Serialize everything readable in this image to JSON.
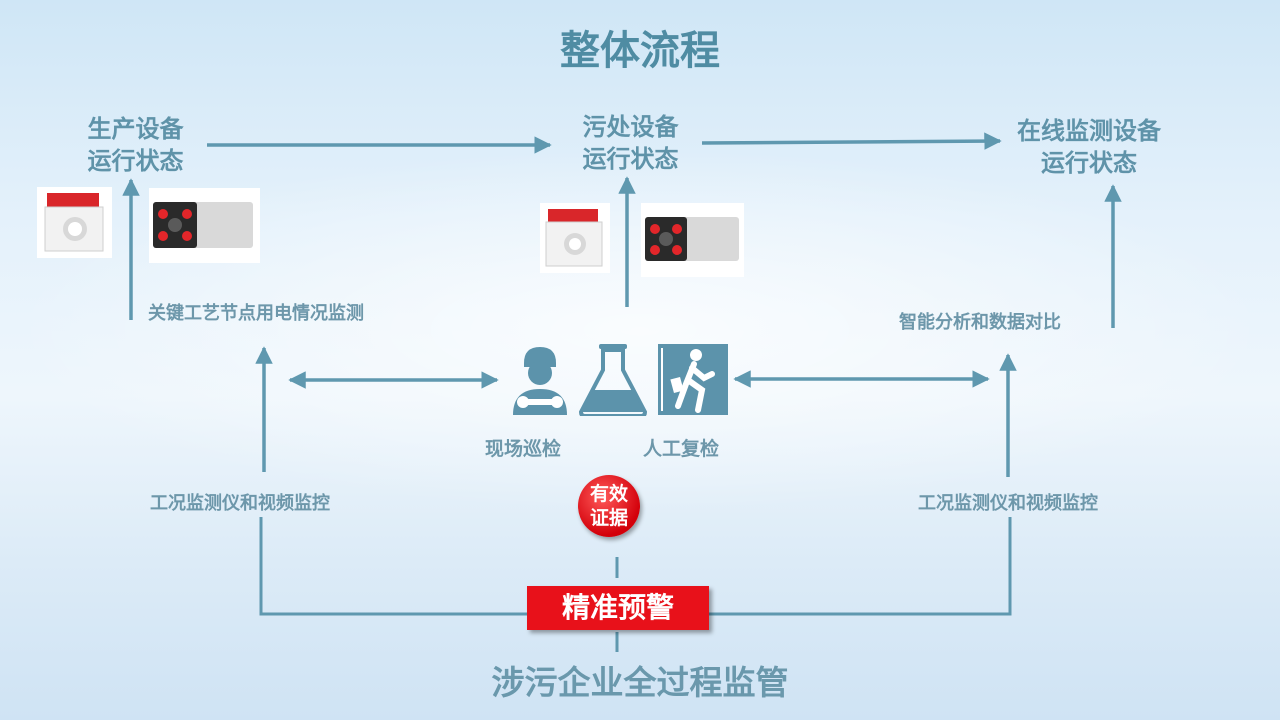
{
  "title": "整体流程",
  "nodes": {
    "production": {
      "line1": "生产设备",
      "line2": "运行状态"
    },
    "treatment": {
      "line1": "污处设备",
      "line2": "运行状态"
    },
    "online": {
      "line1": "在线监测设备",
      "line2": "运行状态"
    }
  },
  "labels": {
    "power_monitoring": "关键工艺节点用电情况监测",
    "analysis": "智能分析和数据对比",
    "left_monitor": "工况监测仪和视频监控",
    "right_monitor": "工况监测仪和视频监控",
    "site_inspection": "现场巡检",
    "manual_recheck": "人工复检"
  },
  "badge": {
    "line1": "有效",
    "line2": "证据"
  },
  "warning": "精准预警",
  "footer": "涉污企业全过程监管",
  "colors": {
    "line": "#5f98af",
    "accent_red": "#e8111a",
    "text": "#5f93a9"
  },
  "icons": [
    "current-transformer-icon",
    "surveillance-camera-icon",
    "worker-icon",
    "flask-icon",
    "walking-person-icon"
  ]
}
